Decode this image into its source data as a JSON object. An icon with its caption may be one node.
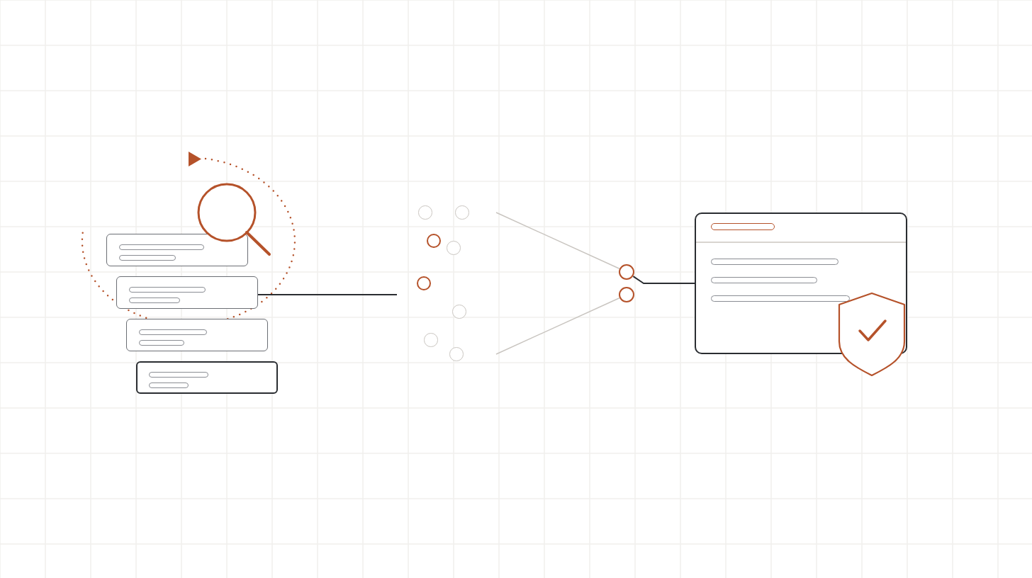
{
  "diagram": {
    "nodes": [
      {
        "text": [],
        "shape": "box"
      },
      {
        "text": [],
        "shape": "box"
      },
      {
        "text": [],
        "shape": "box"
      },
      {
        "text": [],
        "shape": "box"
      },
      {
        "text": [],
        "shape": "magnifier"
      },
      {
        "text": [],
        "shape": "circle"
      },
      {
        "text": [],
        "shape": "circle"
      },
      {
        "text": [],
        "shape": "circle"
      },
      {
        "text": [],
        "shape": "circle"
      },
      {
        "text": [],
        "shape": "circle"
      },
      {
        "text": [],
        "shape": "circle"
      },
      {
        "text": [],
        "shape": "circle"
      },
      {
        "text": [],
        "shape": "circle"
      },
      {
        "text": [],
        "shape": "circle"
      },
      {
        "text": [],
        "shape": "circle"
      },
      {
        "text": [],
        "shape": "box"
      },
      {
        "text": [],
        "shape": "shield"
      }
    ],
    "edges": [
      {
        "from": 1,
        "to": null,
        "arrow": "none"
      },
      {
        "from": null,
        "to": 13,
        "arrow": "none",
        "color": "#c9c5c0"
      },
      {
        "from": null,
        "to": 14,
        "arrow": "none",
        "color": "#c9c5c0"
      },
      {
        "from": 13,
        "to": 15,
        "arrow": "none"
      }
    ]
  }
}
